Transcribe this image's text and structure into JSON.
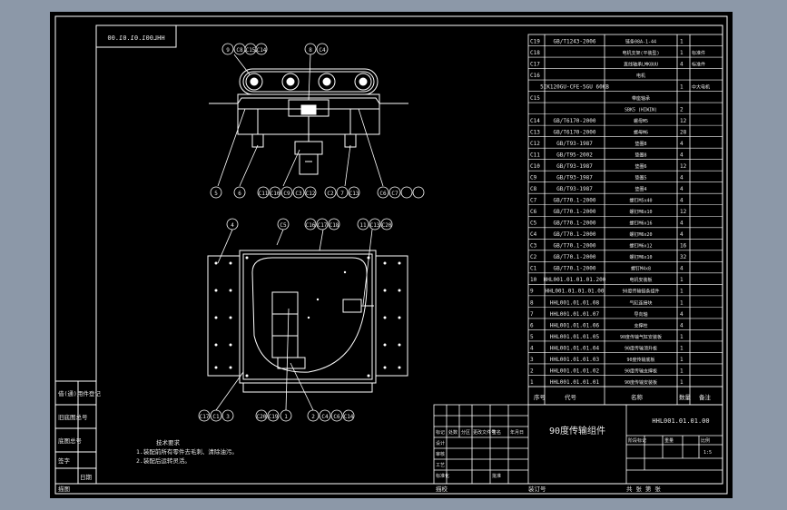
{
  "drawing_number_mirrored": "HHL001.01.01.00",
  "drawing_number": "HHL001.01.01.00",
  "title": "90度传输组件",
  "top_view_callouts": [
    "9",
    "C8",
    "C15",
    "C14",
    "8",
    "C4",
    "5",
    "6",
    "C11",
    "C10",
    "C9",
    "C3",
    "C12",
    "C2",
    "7",
    "C13",
    "C6",
    "C7"
  ],
  "front_view_callouts": [
    "4",
    "C5",
    "C16",
    "C17",
    "C18",
    "11",
    "C13",
    "C20",
    "C17",
    "C1",
    "C19",
    "3",
    "C20",
    "1",
    "2",
    "C4",
    "C6",
    "C14"
  ],
  "notes": [
    "技术要求",
    "1.装配前所有零件去毛刺、清除油污。",
    "2.装配后运转灵活。"
  ],
  "bom": [
    {
      "no": "C19",
      "std": "GB/T1243-2006",
      "name": "链条08A-1-44",
      "qty": "1",
      "remark": ""
    },
    {
      "no": "C18",
      "std": "",
      "name": "电机支架(平装型)",
      "qty": "1",
      "remark": "标准件"
    },
    {
      "no": "C17",
      "std": "",
      "name": "直线轴承LMK8UU",
      "qty": "4",
      "remark": "标准件"
    },
    {
      "no": "C16",
      "std": "",
      "name": "电机",
      "qty": "",
      "remark": ""
    },
    {
      "no": "",
      "std": "5IK120GU-CFE-5GU 60KB",
      "name": "",
      "qty": "1",
      "remark": "中大电机"
    },
    {
      "no": "C15",
      "std": "",
      "name": "带座轴承",
      "qty": "",
      "remark": ""
    },
    {
      "no": "",
      "std": "",
      "name": "SBK5 (HIWIN)",
      "qty": "2",
      "remark": ""
    },
    {
      "no": "C14",
      "std": "GB/T6170-2000",
      "name": "螺母M5",
      "qty": "12",
      "remark": ""
    },
    {
      "no": "C13",
      "std": "GB/T6170-2000",
      "name": "螺母M6",
      "qty": "28",
      "remark": ""
    },
    {
      "no": "C12",
      "std": "GB/T93-1987",
      "name": "垫圈8",
      "qty": "4",
      "remark": ""
    },
    {
      "no": "C11",
      "std": "GB/T95-2002",
      "name": "垫圈8",
      "qty": "4",
      "remark": ""
    },
    {
      "no": "C10",
      "std": "GB/T93-1987",
      "name": "垫圈6",
      "qty": "12",
      "remark": ""
    },
    {
      "no": "C9",
      "std": "GB/T93-1987",
      "name": "垫圈5",
      "qty": "4",
      "remark": ""
    },
    {
      "no": "C8",
      "std": "GB/T93-1987",
      "name": "垫圈4",
      "qty": "4",
      "remark": ""
    },
    {
      "no": "C7",
      "std": "GB/T70.1-2000",
      "name": "螺钉M5x40",
      "qty": "4",
      "remark": ""
    },
    {
      "no": "C6",
      "std": "GB/T70.1-2000",
      "name": "螺钉M6x10",
      "qty": "12",
      "remark": ""
    },
    {
      "no": "C5",
      "std": "GB/T70.1-2000",
      "name": "螺钉M6x16",
      "qty": "4",
      "remark": ""
    },
    {
      "no": "C4",
      "std": "GB/T70.1-2000",
      "name": "螺钉M6x20",
      "qty": "4",
      "remark": ""
    },
    {
      "no": "C3",
      "std": "GB/T70.1-2000",
      "name": "螺钉M6x12",
      "qty": "16",
      "remark": ""
    },
    {
      "no": "C2",
      "std": "GB/T70.1-2000",
      "name": "螺钉M6x10",
      "qty": "32",
      "remark": ""
    },
    {
      "no": "C1",
      "std": "GB/T70.1-2000",
      "name": "螺钉M4x8",
      "qty": "4",
      "remark": ""
    },
    {
      "no": "10",
      "std": "HHL001.01.01.01.200",
      "name": "电机安装板",
      "qty": "1",
      "remark": ""
    },
    {
      "no": "9",
      "std": "HHL001.01.01.01.00",
      "name": "90度传输链条组件",
      "qty": "1",
      "remark": ""
    },
    {
      "no": "8",
      "std": "HHL001.01.01.08",
      "name": "气缸连接块",
      "qty": "1",
      "remark": ""
    },
    {
      "no": "7",
      "std": "HHL001.01.01.07",
      "name": "导向轴",
      "qty": "4",
      "remark": ""
    },
    {
      "no": "6",
      "std": "HHL001.01.01.06",
      "name": "支撑柱",
      "qty": "4",
      "remark": ""
    },
    {
      "no": "5",
      "std": "HHL001.01.01.05",
      "name": "90度传输气缸安装板",
      "qty": "1",
      "remark": ""
    },
    {
      "no": "4",
      "std": "HHL001.01.01.04",
      "name": "90度传输顶升板",
      "qty": "1",
      "remark": ""
    },
    {
      "no": "3",
      "std": "HHL001.01.01.03",
      "name": "90度传输底板",
      "qty": "1",
      "remark": ""
    },
    {
      "no": "2",
      "std": "HHL001.01.01.02",
      "name": "90度传输支撑板",
      "qty": "1",
      "remark": ""
    },
    {
      "no": "1",
      "std": "HHL001.01.01.01",
      "name": "90度传输安装板",
      "qty": "1",
      "remark": ""
    }
  ],
  "bom_header": {
    "no": "序号",
    "std": "代号",
    "name": "名称",
    "qty": "数量",
    "remark": "备注"
  },
  "left_strip": [
    "借(通)用件登记",
    "旧底图总号",
    "底图总号",
    "签字",
    "日期"
  ],
  "title_block": {
    "labels": [
      "标记",
      "处数",
      "分区",
      "更改文件号",
      "签名",
      "年月日",
      "设计",
      "审核",
      "工艺",
      "标准化",
      "批准"
    ],
    "stage": [
      "阶段标记",
      "重量",
      "比例"
    ],
    "scale": "1:5",
    "sheet": "共 张 第 张"
  },
  "bottom_labels": [
    "描图",
    "描校",
    "装订号"
  ]
}
